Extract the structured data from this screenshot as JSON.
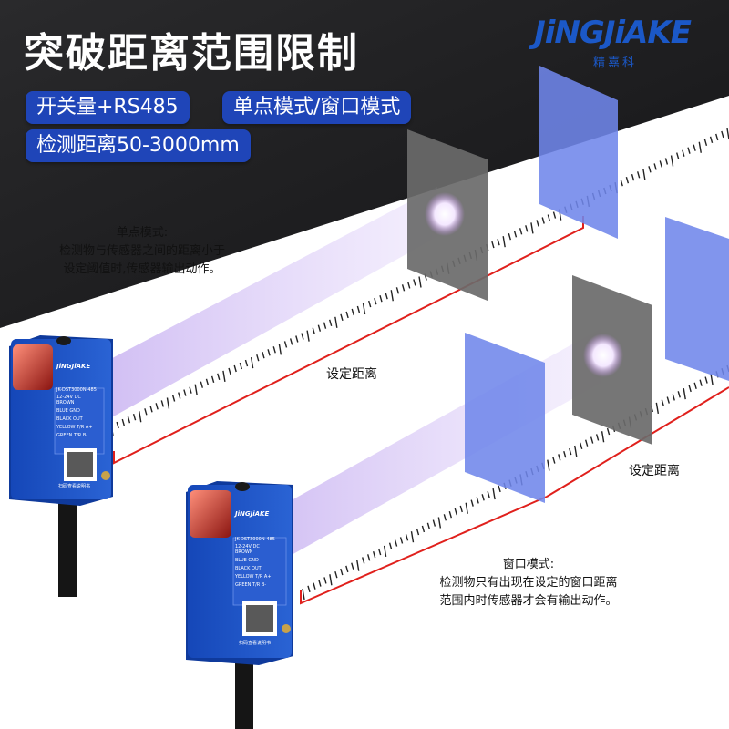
{
  "headline": "突破距离范围限制",
  "logo": {
    "brand": "JiNGJiAKE",
    "subtitle": "精嘉科"
  },
  "badges": [
    "开关量+RS485",
    "单点模式/窗口模式",
    "检测距离50-3000mm"
  ],
  "single_mode_note": {
    "title": "单点模式:",
    "line1": "检测物与传感器之间的距离小于",
    "line2": "设定阈值时,传感器输出动作。"
  },
  "window_mode_note": {
    "title": "窗口模式:",
    "line1": "检测物只有出现在设定的窗口距离",
    "line2": "范围内时传感器才会有输出动作。"
  },
  "distance_label_1": "设定距离",
  "distance_label_2": "设定距离",
  "sensor": {
    "brand": "JiNGJiAKE",
    "model": "JK-DST3000N-485",
    "voltage": "12-24V DC",
    "wires": [
      {
        "color": "BROWN",
        "func": ""
      },
      {
        "color": "BLUE",
        "func": "GND"
      },
      {
        "color": "BLACK",
        "func": "OUT"
      },
      {
        "color": "YELLOW",
        "func": "T/R A+"
      },
      {
        "color": "GREEN",
        "func": "T/R B-"
      }
    ],
    "qr_caption": "扫码查看说明书"
  },
  "colors": {
    "dark": "#1c1c1e",
    "badge": "#1f45b8",
    "sensor_blue": "#1c4fc0",
    "target_blue": "#6b82e6",
    "target_gray": "#6a6a6a",
    "beam": "#c9b3f0",
    "distance_line": "#e0201c"
  }
}
